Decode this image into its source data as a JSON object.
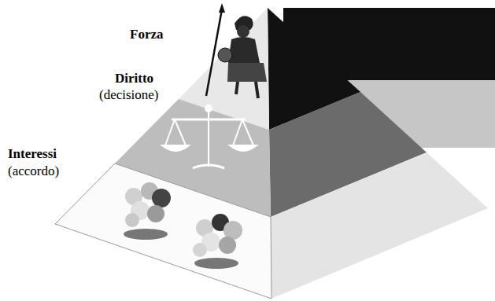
{
  "diagram": {
    "labels": [
      "Forza",
      "Diritto",
      "(decisione)",
      "Interessi",
      "(accordo)"
    ]
  }
}
